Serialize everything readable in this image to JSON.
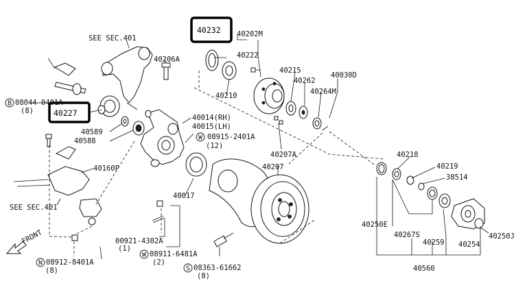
{
  "labels": {
    "see_sec_401_top": "SEE SEC.401",
    "p40206A": "40206A",
    "p40232": "40232",
    "p40202M": "40202M",
    "p40222": "40222",
    "p40210": "40210",
    "p40215": "40215",
    "p40262": "40262",
    "p40030D": "40030D",
    "p40264M": "40264M",
    "b08044": "08044-0401A",
    "b08044_qty": "(8)",
    "p40227": "40227",
    "p40589": "40589",
    "p40588": "40588",
    "p40014": "40014(RH)",
    "p40015": "40015(LH)",
    "w08915": "08915-2401A",
    "w08915_qty": "(12)",
    "p40207A": "40207A",
    "p40207": "40207",
    "p40218": "40218",
    "p40219": "40219",
    "p38514": "38514",
    "p40160P": "40160P",
    "p40017": "40017",
    "see_sec_401_bottom": "SEE SEC.401",
    "front": "FRONT",
    "p00921": "00921-4302A",
    "p00921_qty": "(1)",
    "w08911": "08911-6481A",
    "w08911_qty": "(2)",
    "s08363": "08363-61662",
    "s08363_qty": "(8)",
    "n08912": "08912-8401A",
    "n08912_qty": "(8)",
    "p40250E": "40250E",
    "p40267S": "40267S",
    "p40259": "40259",
    "p40254": "40254",
    "p40250J": "40250J",
    "p40560": "40560"
  },
  "circled_letters": {
    "b": "B",
    "w": "W",
    "s": "S",
    "n": "N"
  },
  "highlighted_parts": [
    "40232",
    "40227"
  ]
}
